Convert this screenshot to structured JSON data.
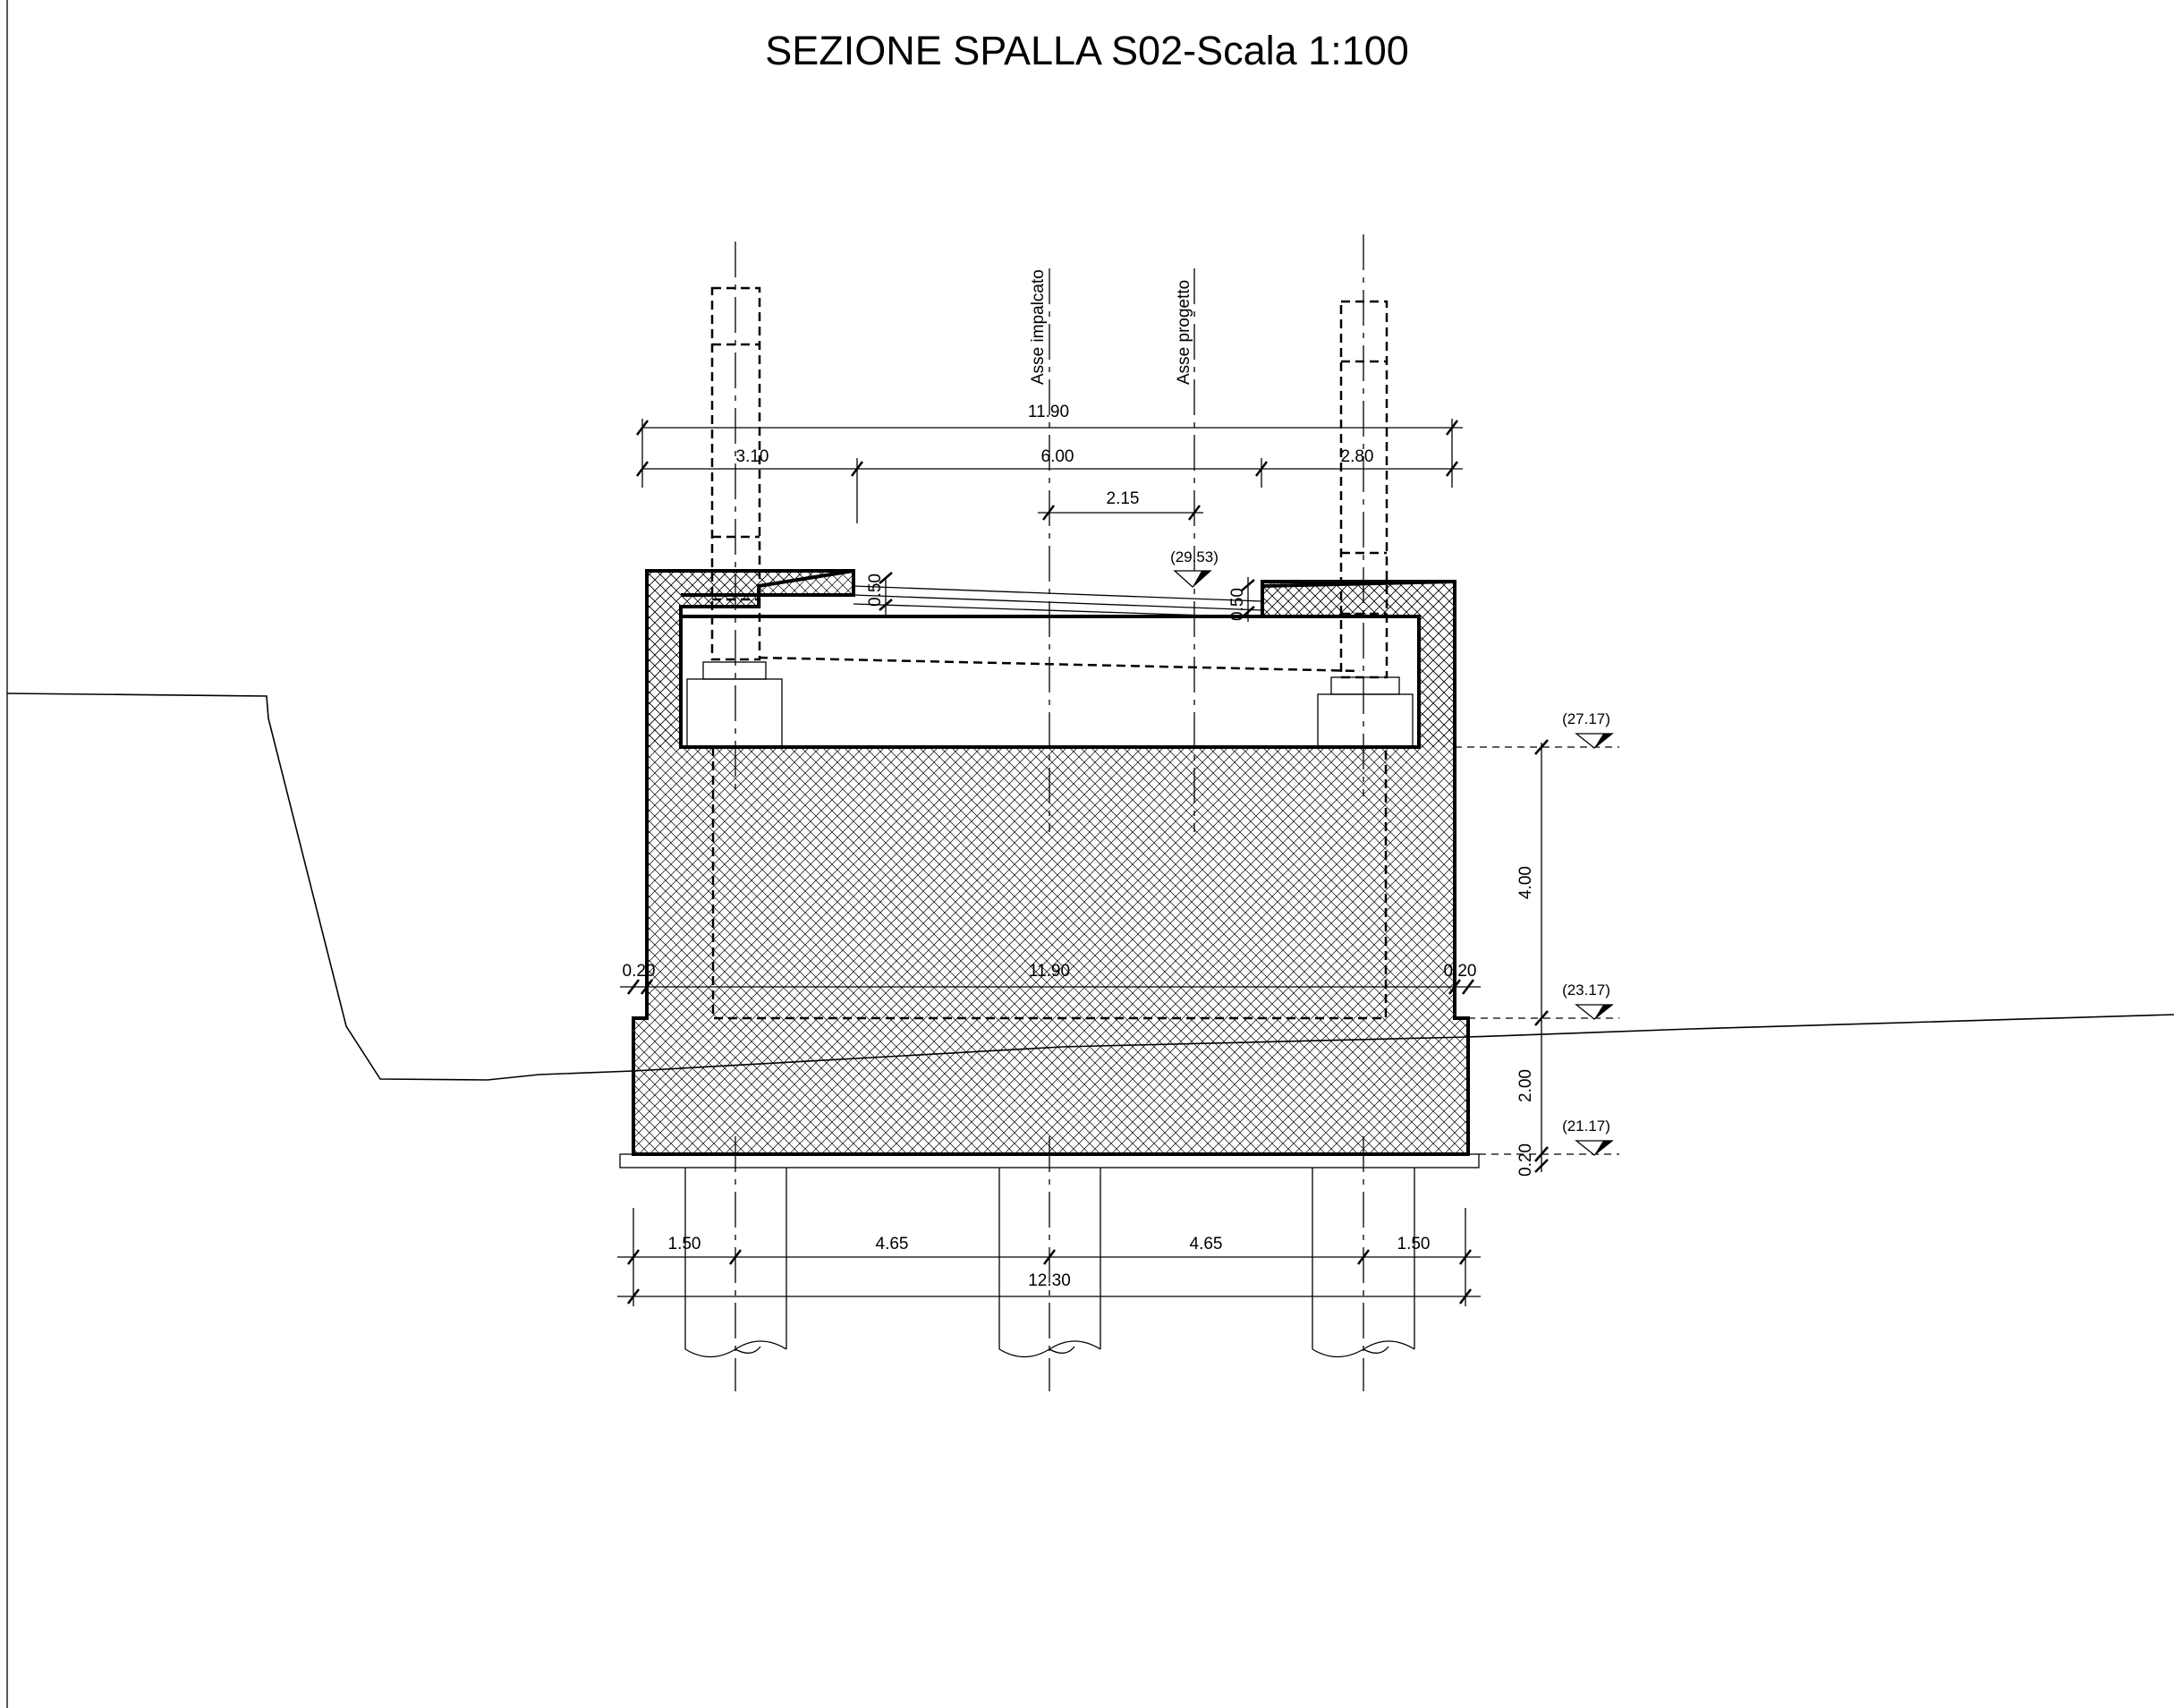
{
  "title": "SEZIONE SPALLA S02-Scala 1:100",
  "axes": {
    "impalcato": "Asse impalcato",
    "progetto": "Asse progetto"
  },
  "dimensions": {
    "top_total": "11.90",
    "top_left": "3.10",
    "top_center": "6.00",
    "top_right": "2.80",
    "axis_offset": "2.15",
    "slab_left": "0.50",
    "slab_right": "0.50",
    "mid_total": "11.90",
    "mid_left": "0.20",
    "mid_right": "0.20",
    "height_upper": "4.00",
    "height_lower": "2.00",
    "lean_concrete": "0.20",
    "piles_left": "1.50",
    "piles_span_1": "4.65",
    "piles_span_2": "4.65",
    "piles_right": "1.50",
    "base_total": "12.30"
  },
  "levels": {
    "deck": "(29.53)",
    "top_wall": "(27.17)",
    "mid": "(23.17)",
    "base": "(21.17)"
  },
  "colors": {
    "line": "#000000",
    "background": "#ffffff",
    "hatch": "#000000"
  }
}
